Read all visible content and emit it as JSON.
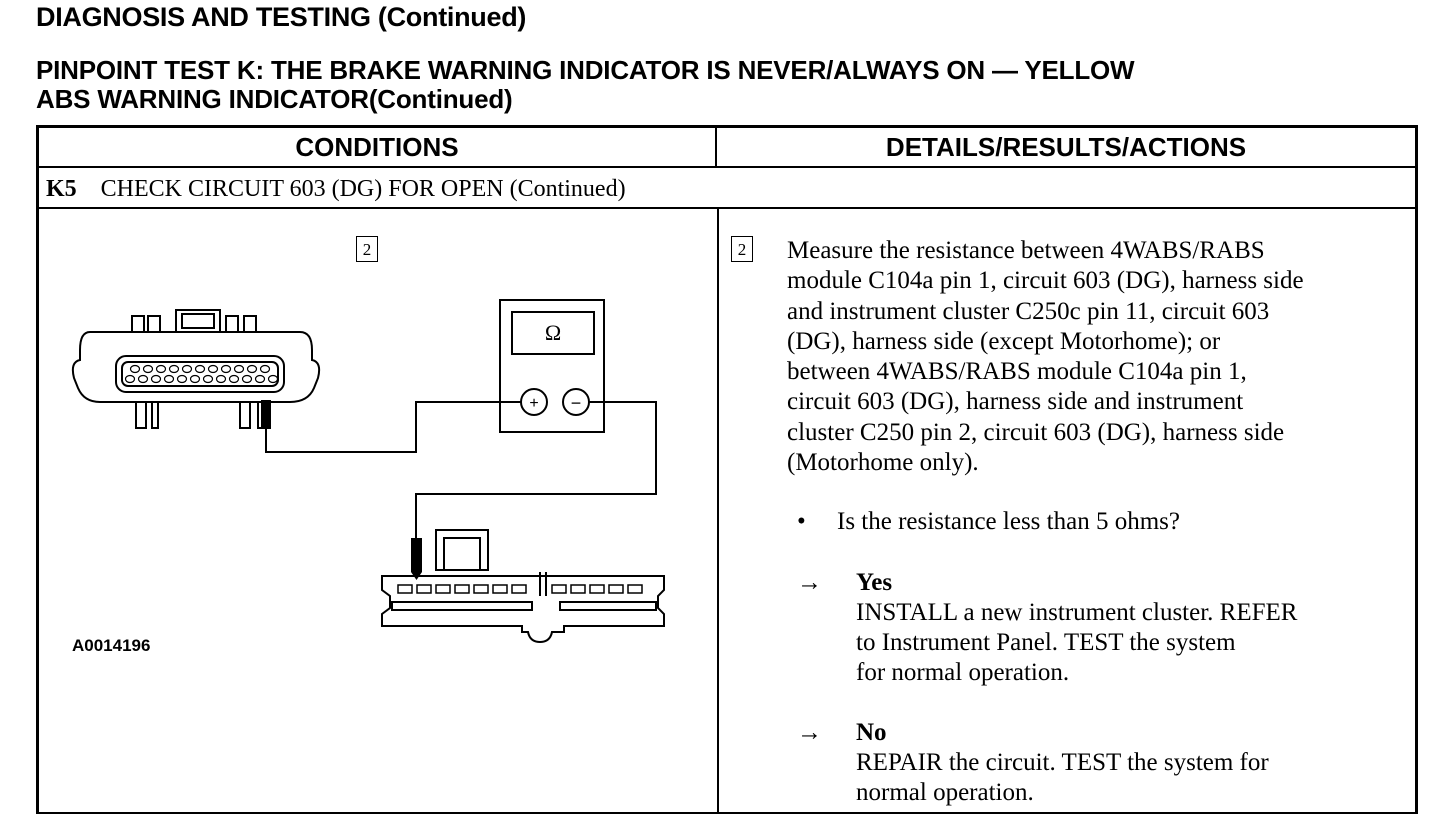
{
  "document": {
    "section_title": "DIAGNOSIS AND TESTING (Continued)",
    "test_title_line1": "PINPOINT TEST K:  THE BRAKE WARNING INDICATOR IS NEVER/ALWAYS ON — YELLOW",
    "test_title_line2_main": "ABS WARNING INDICATOR",
    "test_title_line2_suffix": "(Continued)"
  },
  "table": {
    "col_conditions": "CONDITIONS",
    "col_details": "DETAILS/RESULTS/ACTIONS",
    "step_id": "K5",
    "step_title": "CHECK CIRCUIT 603 (DG) FOR OPEN (Continued)"
  },
  "figure": {
    "step_box": "2",
    "meter_symbol": "Ω",
    "plus_symbol": "+",
    "minus_symbol": "−",
    "figure_id": "A0014196"
  },
  "details": {
    "step_box": "2",
    "lines": [
      "Measure the resistance between 4WABS/RABS",
      "module C104a pin 1, circuit 603 (DG), harness side",
      "and instrument cluster C250c pin 11, circuit 603",
      "(DG), harness side (except Motorhome); or",
      "between 4WABS/RABS module C104a pin 1,",
      "circuit 603 (DG),  harness side and instrument",
      "cluster C250 pin 2, circuit 603 (DG), harness side",
      "(Motorhome only)."
    ],
    "bullet_symbol": "•",
    "question": "Is the resistance less than 5 ohms?",
    "results": [
      {
        "arrow": "→",
        "label": "Yes",
        "lines": [
          "INSTALL a new instrument cluster. REFER",
          "to Instrument Panel. TEST  the system",
          "for normal operation."
        ]
      },
      {
        "arrow": "→",
        "label": "No",
        "lines": [
          "REPAIR the circuit. TEST the system for",
          "normal operation."
        ]
      }
    ]
  }
}
